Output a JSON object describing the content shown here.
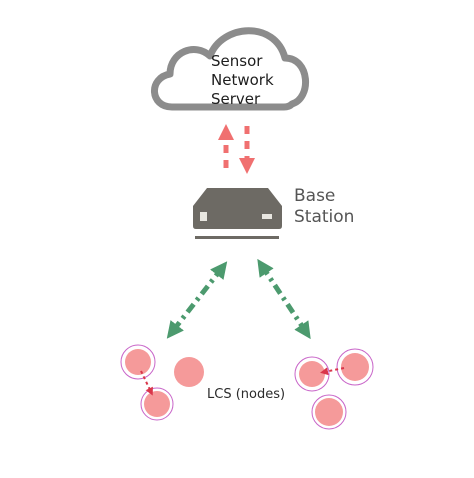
{
  "diagram": {
    "cloud": {
      "icon": "cloud-icon",
      "lines": [
        "Sensor",
        "Network",
        "Server"
      ],
      "stroke_color": "#8c8c8c"
    },
    "base_station": {
      "icon": "router-device-icon",
      "lines": [
        "Base",
        "Station"
      ],
      "device_color": "#6d6a64"
    },
    "links": {
      "server_link_color": "#f07070",
      "node_link_color": "#4c9a6e",
      "node_arrow_color": "#d9364a"
    },
    "nodes": {
      "label": "LCS (nodes)",
      "fill_color": "#f59a9a",
      "ring_color": "#c864c8",
      "count": 6
    }
  }
}
